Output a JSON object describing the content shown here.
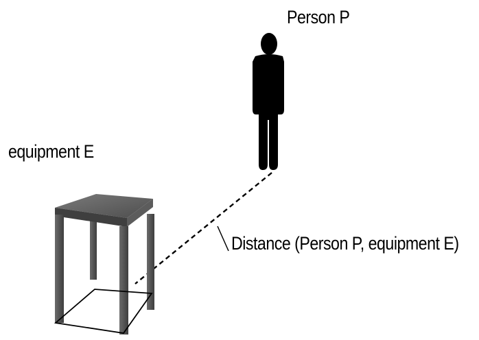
{
  "labels": {
    "person": "Person P",
    "equipment": "equipment E",
    "distance": "Distance (Person P, equipment E)"
  },
  "icons": {
    "person": "person-silhouette-icon",
    "equipment": "table-icon"
  },
  "colors": {
    "background": "#ffffff",
    "person": "#000000",
    "table_top": "#5a5a5a",
    "table_legs": "#4a4a4a",
    "lines": "#000000"
  }
}
